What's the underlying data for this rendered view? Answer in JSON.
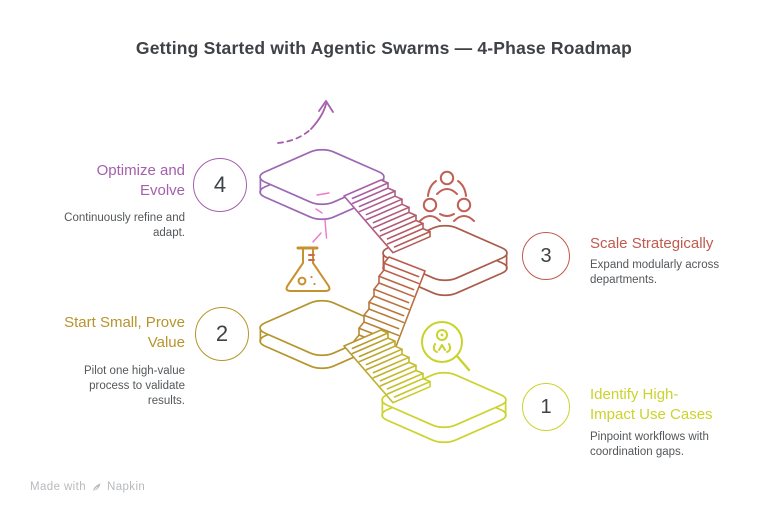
{
  "title": "Getting Started with Agentic Swarms — 4-Phase Roadmap",
  "phases": [
    {
      "number": "1",
      "title": "Identify High-\nImpact Use Cases",
      "description": "Pinpoint workflows with\ncoordination gaps.",
      "color": "#cbd32c"
    },
    {
      "number": "2",
      "title": "Start Small, Prove\nValue",
      "description": "Pilot one high-value\nprocess to validate\nresults.",
      "color": "#b6952d"
    },
    {
      "number": "3",
      "title": "Scale Strategically",
      "description": "Expand modularly across\ndepartments.",
      "color": "#c05a4e"
    },
    {
      "number": "4",
      "title": "Optimize and\nEvolve",
      "description": "Continuously refine and\nadapt.",
      "color": "#a55fac"
    }
  ],
  "watermark": {
    "text": "Made with",
    "brand": "Napkin"
  },
  "icons": {
    "growth_arrow": "dashed curved arrow pointing up",
    "team_network": "three people connected in a circle",
    "flask": "erlenmeyer flask with bubbles",
    "search_person": "magnifying glass with person inside",
    "pen": "napkin quill pen"
  },
  "colors": {
    "heading": "#3e4145",
    "body": "#54575a",
    "number": "#3f4245",
    "watermark": "#b7babd",
    "platform4": "#9c68b4",
    "platform3": "#aa5c49",
    "platform2": "#b6952d",
    "platform1": "#cbd32c",
    "sparkle": "#ee5fc0",
    "team_icon": "#bf6156",
    "flask_icon": "#c8912f",
    "flask_ticks": "#cf6850",
    "search_icon": "#c9d32b",
    "arrow": "#a55fac"
  }
}
